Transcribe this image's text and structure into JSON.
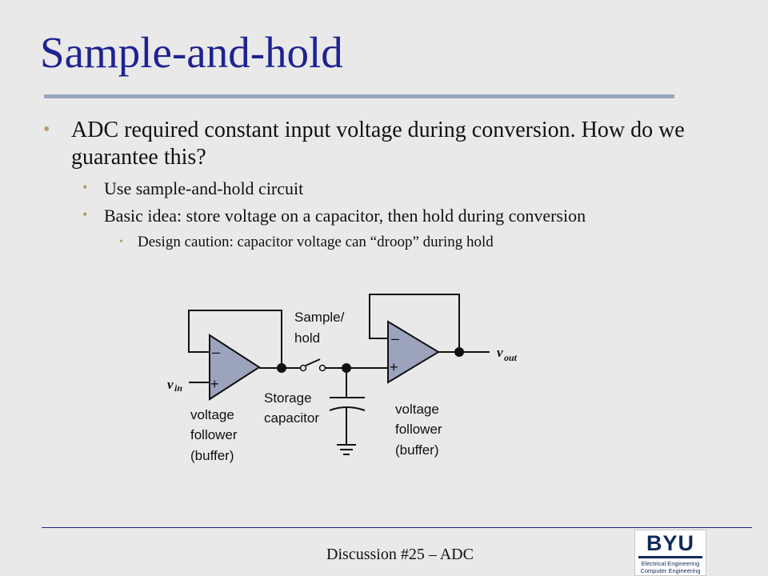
{
  "slide": {
    "title": "Sample-and-hold",
    "bullets": {
      "level1": "ADC required constant input voltage during conversion.  How do we guarantee this?",
      "level2": [
        "Use sample-and-hold circuit",
        "Basic idea: store voltage on a capacitor, then hold during conversion"
      ],
      "level3": "Design caution: capacitor voltage can “droop” during hold"
    }
  },
  "circuit": {
    "sample_hold_line1": "Sample/",
    "sample_hold_line2": "hold",
    "storage_line1": "Storage",
    "storage_line2": "capacitor",
    "left_follower": [
      "voltage",
      "follower",
      "(buffer)"
    ],
    "right_follower": [
      "voltage",
      "follower",
      "(buffer)"
    ],
    "vin_main": "v",
    "vin_sub": "in",
    "vout_main": "v",
    "vout_sub": "out",
    "minus_sign": "–",
    "plus_sign": "+"
  },
  "footer": {
    "text": "Discussion #25 – ADC",
    "logo_word": "BYU",
    "logo_line1": "Electrical Engineering",
    "logo_line2": "Computer Engineering"
  },
  "colors": {
    "title": "#1f2390",
    "bullet": "#b39b62",
    "opamp_fill": "#9ca3bd",
    "background": "#e9e9ea"
  }
}
